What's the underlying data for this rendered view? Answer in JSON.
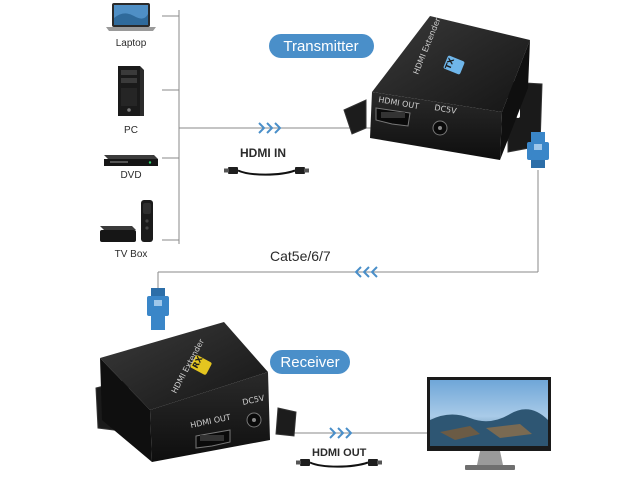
{
  "sources": [
    {
      "label": "Laptop",
      "icon": "laptop-icon"
    },
    {
      "label": "PC",
      "icon": "pc-tower-icon"
    },
    {
      "label": "DVD",
      "icon": "dvd-player-icon"
    },
    {
      "label": "TV Box",
      "icon": "tv-box-icon"
    }
  ],
  "transmitter": {
    "title": "Transmitter",
    "device_name": "HDMI Extender",
    "badge": "TX",
    "port_hdmi": "HDMI OUT",
    "port_power": "DC5V"
  },
  "receiver": {
    "title": "Receiver",
    "device_name": "HDMI Extender",
    "badge": "RX",
    "port_hdmi": "HDMI OUT",
    "port_power": "DC5V"
  },
  "cables": {
    "hdmi_in": "HDMI IN",
    "cat": "Cat5e/6/7",
    "hdmi_out": "HDMI OUT"
  },
  "colors": {
    "accent": "#4a8fc9",
    "line": "#8a8a8a",
    "arrow": "#4a8fc9",
    "device": "#1e1e1e",
    "rj45": "#3a86c8"
  }
}
